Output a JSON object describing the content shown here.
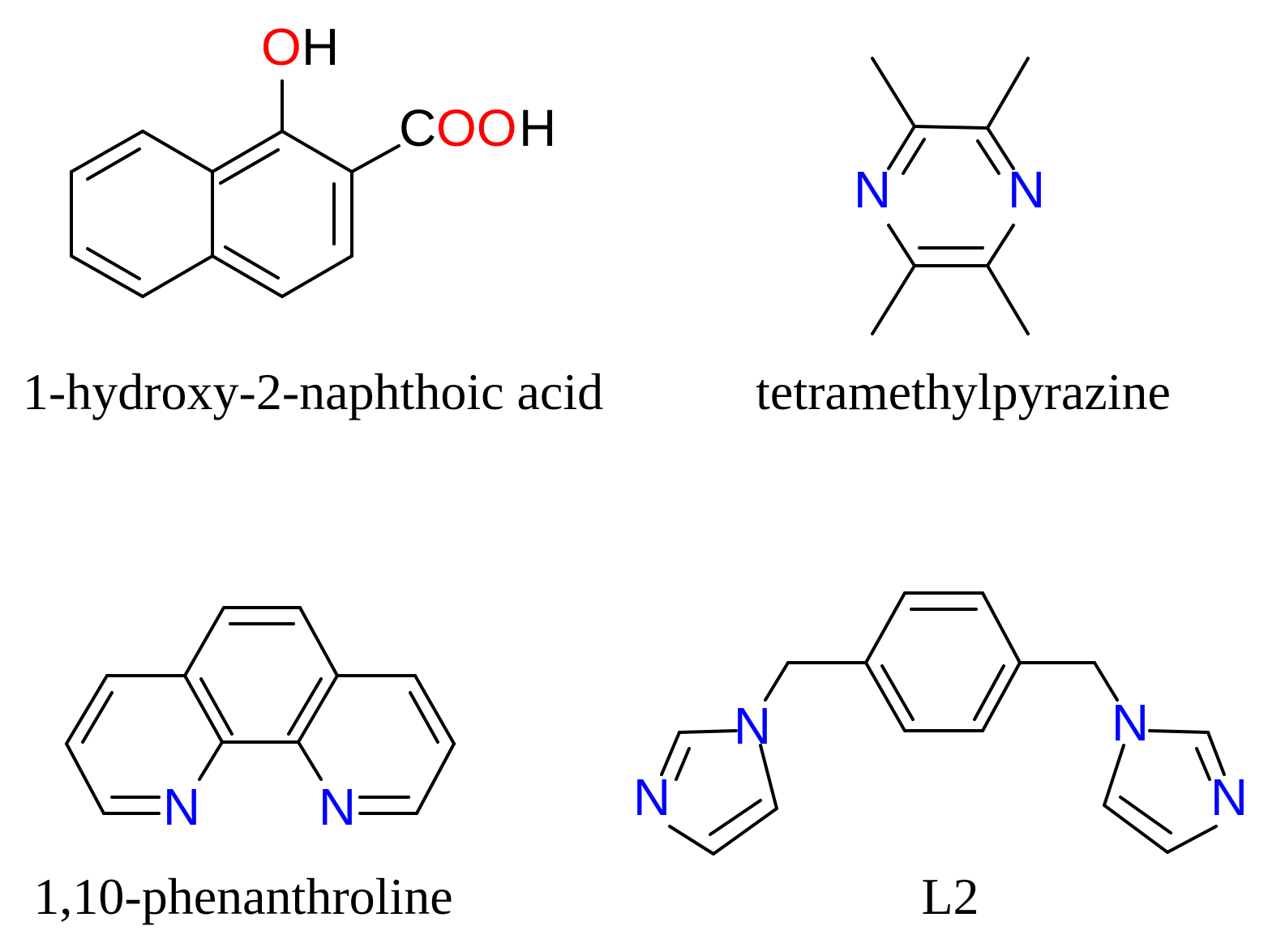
{
  "colors": {
    "bond": "#000000",
    "carbon_text": "#000000",
    "oxygen": "#ff0000",
    "nitrogen": "#0000ff",
    "background": "#ffffff"
  },
  "molecules": [
    {
      "id": "naphthoic",
      "name": "1-hydroxy-2-naphthoic acid",
      "atoms": {
        "oh_o": "O",
        "oh_h": "H",
        "cooh_c": "C",
        "cooh_o": "OO",
        "cooh_h": "H"
      }
    },
    {
      "id": "tmp",
      "name": "tetramethylpyrazine",
      "atoms": {
        "n_left": "N",
        "n_right": "N"
      }
    },
    {
      "id": "phen",
      "name": "1,10-phenanthroline",
      "atoms": {
        "n_left": "N",
        "n_right": "N"
      }
    },
    {
      "id": "l2",
      "name": "L2",
      "atoms": {
        "n_left_top": "N",
        "n_left_bottom": "N",
        "n_right_top": "N",
        "n_right_bottom": "N"
      }
    }
  ]
}
